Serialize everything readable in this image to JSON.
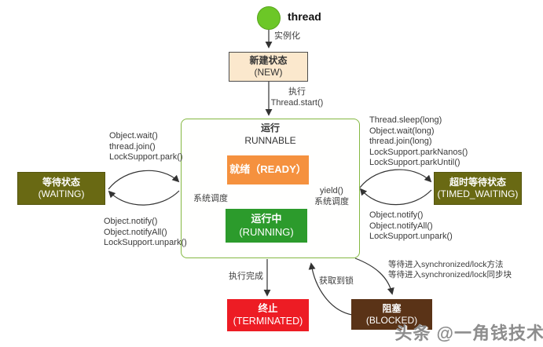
{
  "diagram": {
    "title_node": "thread",
    "edges": {
      "instantiate": "实例化",
      "start_line1": "执行",
      "start_line2": "Thread.start()",
      "sys_schedule": "系统调度",
      "yield_line1": "yield()",
      "yield_line2": "系统调度",
      "done": "执行完成",
      "lock_acquired": "获取到锁"
    },
    "states": {
      "new": {
        "zh": "新建状态",
        "en": "(NEW)"
      },
      "runnable": {
        "zh": "运行",
        "en": "RUNNABLE"
      },
      "ready": {
        "zh": "就绪（READY）"
      },
      "running": {
        "zh": "运行中",
        "en": "(RUNNING)"
      },
      "waiting": {
        "zh": "等待状态",
        "en": "(WAITING)"
      },
      "timed_waiting": {
        "zh": "超时等待状态",
        "en": "(TIMED_WAITING)"
      },
      "terminated": {
        "zh": "终止",
        "en": "(TERMINATED)"
      },
      "blocked": {
        "zh": "阻塞",
        "en": "(BLOCKED)"
      }
    },
    "waiting_in": [
      "Object.wait()",
      "thread.join()",
      "LockSupport.park()"
    ],
    "waiting_out": [
      "Object.notify()",
      "Object.notifyAll()",
      "LockSupport.unpark()"
    ],
    "timed_in": [
      "Thread.sleep(long)",
      "Object.wait(long)",
      "thread.join(long)",
      "LockSupport.parkNanos()",
      "LockSupport.parkUntil()"
    ],
    "timed_out": [
      "Object.notify()",
      "Object.notifyAll()",
      "LockSupport.unpark()"
    ],
    "blocked_in": [
      "等待进入synchronized/lock方法",
      "等待进入synchronized/lock同步块"
    ],
    "watermark": "头条 @一角钱技术",
    "colors": {
      "thread_circle": "#6cc727",
      "new_bg": "#fbe8cd",
      "runnable_border": "#84b841",
      "ready_bg": "#f5913e",
      "running_bg": "#2c9b2c",
      "waiting_bg": "#696913",
      "terminated_bg": "#ed1c24",
      "blocked_bg": "#5a3317"
    }
  }
}
